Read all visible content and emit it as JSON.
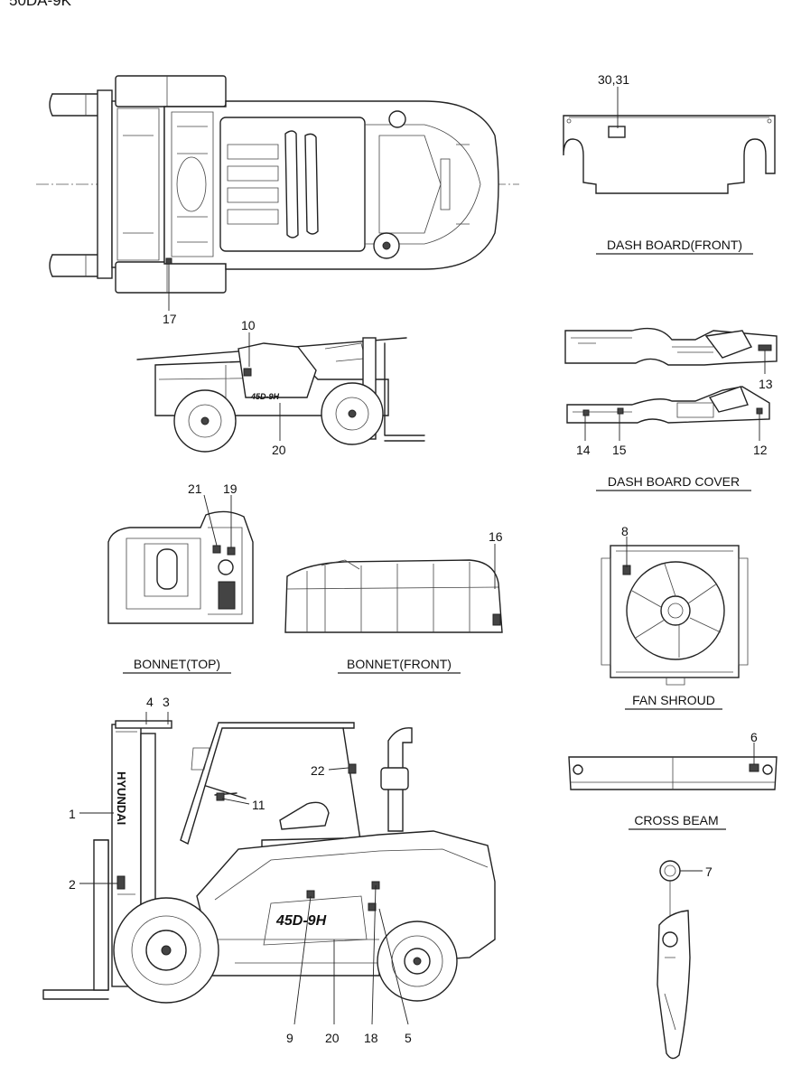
{
  "page": {
    "model_code": "50DA-9K"
  },
  "views": {
    "dash_board_front": "DASH BOARD(FRONT)",
    "dash_board_cover": "DASH BOARD COVER",
    "bonnet_top": "BONNET(TOP)",
    "bonnet_front": "BONNET(FRONT)",
    "fan_shroud": "FAN SHROUD",
    "cross_beam": "CROSS BEAM"
  },
  "model_text": {
    "side_small": "45D-9H",
    "side_large": "45D-9H",
    "mast_brand": "HYUNDAI"
  },
  "callouts": [
    {
      "id": "c17",
      "text": "17"
    },
    {
      "id": "c10",
      "text": "10"
    },
    {
      "id": "c20a",
      "text": "20"
    },
    {
      "id": "c21",
      "text": "21"
    },
    {
      "id": "c19",
      "text": "19"
    },
    {
      "id": "c16",
      "text": "16"
    },
    {
      "id": "c3031",
      "text": "30,31"
    },
    {
      "id": "c13",
      "text": "13"
    },
    {
      "id": "c14",
      "text": "14"
    },
    {
      "id": "c15",
      "text": "15"
    },
    {
      "id": "c12",
      "text": "12"
    },
    {
      "id": "c8",
      "text": "8"
    },
    {
      "id": "c6",
      "text": "6"
    },
    {
      "id": "c7",
      "text": "7"
    },
    {
      "id": "c4",
      "text": "4"
    },
    {
      "id": "c3",
      "text": "3"
    },
    {
      "id": "c22",
      "text": "22"
    },
    {
      "id": "c11",
      "text": "11"
    },
    {
      "id": "c1",
      "text": "1"
    },
    {
      "id": "c2",
      "text": "2"
    },
    {
      "id": "c9",
      "text": "9"
    },
    {
      "id": "c20b",
      "text": "20"
    },
    {
      "id": "c18",
      "text": "18"
    },
    {
      "id": "c5",
      "text": "5"
    }
  ]
}
